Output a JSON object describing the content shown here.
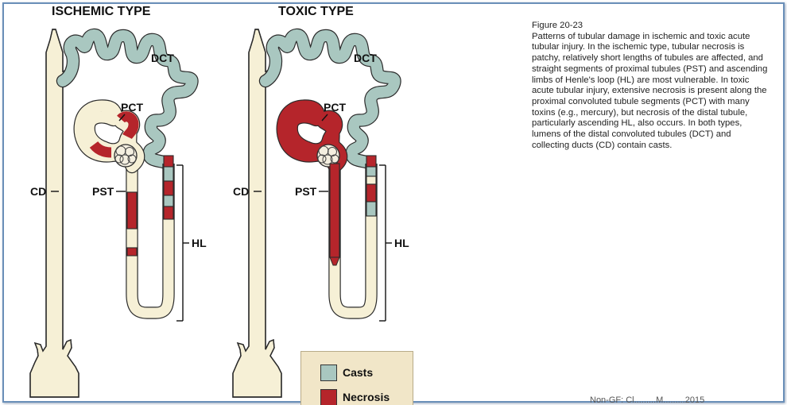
{
  "panels": [
    {
      "title": "ISCHEMIC TYPE"
    },
    {
      "title": "TOXIC TYPE"
    }
  ],
  "labels": {
    "dct": "DCT",
    "pct": "PCT",
    "cd": "CD",
    "pst": "PST",
    "hl": "HL"
  },
  "caption": {
    "title": "Figure 20-23",
    "body": "Patterns of tubular damage in ischemic and toxic acute tubular injury. In the ischemic type, tubular necrosis is patchy, relatively short lengths of tubules are affected, and straight segments of proximal tubules (PST) and ascending limbs of Henle's loop (HL) are most vulnerable. In toxic acute tubular injury, extensive necrosis is present along the proximal convoluted tubule segments (PCT) with many toxins (e.g., mercury), but necrosis of the distal tubule, particularly ascending HL, also occurs. In both types, lumens of the distal convoluted tubules (DCT) and collecting ducts (CD) contain casts."
  },
  "legend": {
    "casts": "Casts",
    "necrosis": "Necrosis"
  },
  "credit": "Non-GF: Cl.........M.........2015",
  "colors": {
    "casts": "#a9c7c0",
    "necrosis": "#b5252b",
    "tubule": "#f6f0d6",
    "outline": "#2b2b2b",
    "legend_bg": "#f1e6c8"
  }
}
